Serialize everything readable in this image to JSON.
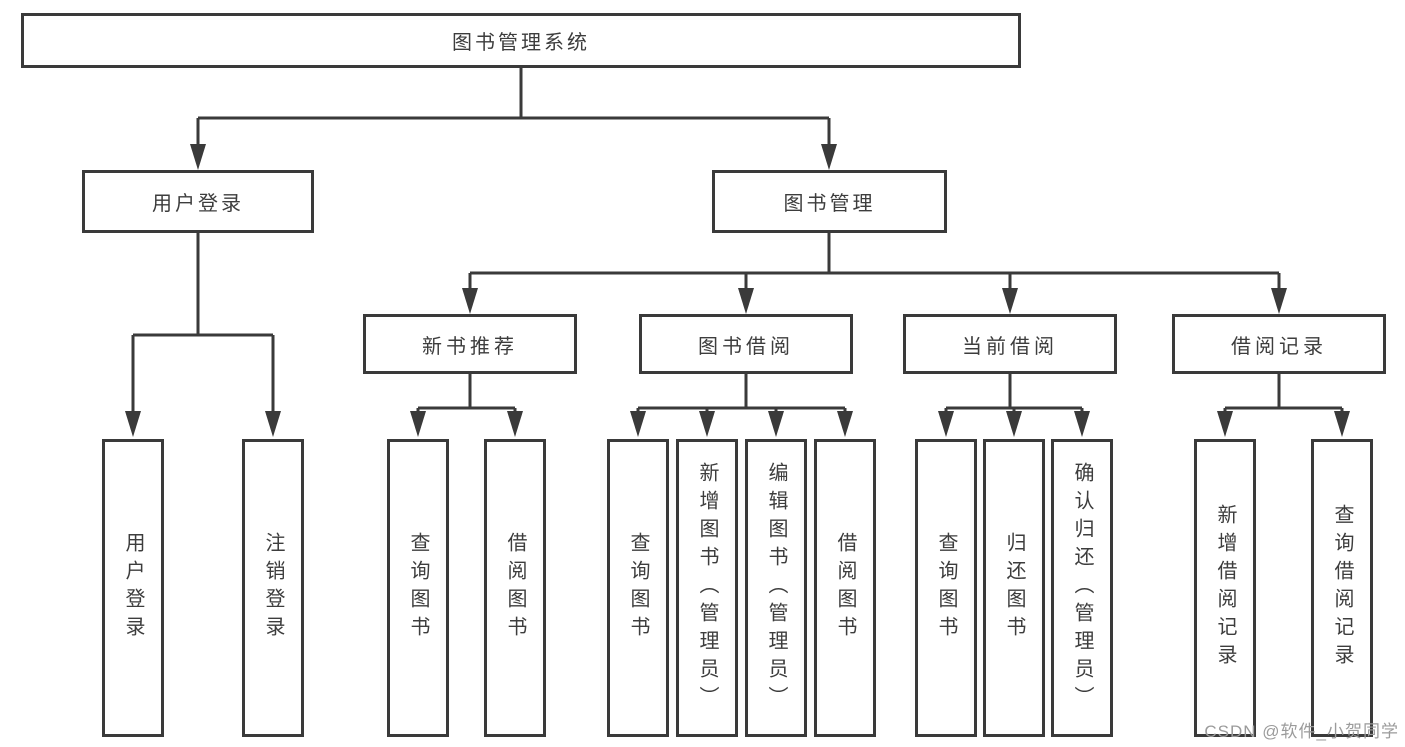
{
  "diagram": {
    "root": {
      "label": "图书管理系统"
    },
    "level2": {
      "user_login": {
        "label": "用户登录"
      },
      "book_mgmt": {
        "label": "图书管理"
      }
    },
    "level3": {
      "new_books": {
        "label": "新书推荐"
      },
      "borrow": {
        "label": "图书借阅"
      },
      "current": {
        "label": "当前借阅"
      },
      "records": {
        "label": "借阅记录"
      }
    },
    "leaves": {
      "user_login": [
        "用户登录",
        "注销登录"
      ],
      "new_books": [
        "查询图书",
        "借阅图书"
      ],
      "borrow": [
        "查询图书",
        "新增图书（管理员）",
        "编辑图书（管理员）",
        "借阅图书"
      ],
      "current": [
        "查询图书",
        "归还图书",
        "确认归还（管理员）"
      ],
      "records": [
        "新增借阅记录",
        "查询借阅记录"
      ]
    },
    "watermark": "CSDN @软件_小贺同学",
    "colors": {
      "line": "#3a3a3a",
      "text": "#3d3d3d",
      "watermark_text": "#9b9b9b",
      "background": "#ffffff"
    }
  }
}
